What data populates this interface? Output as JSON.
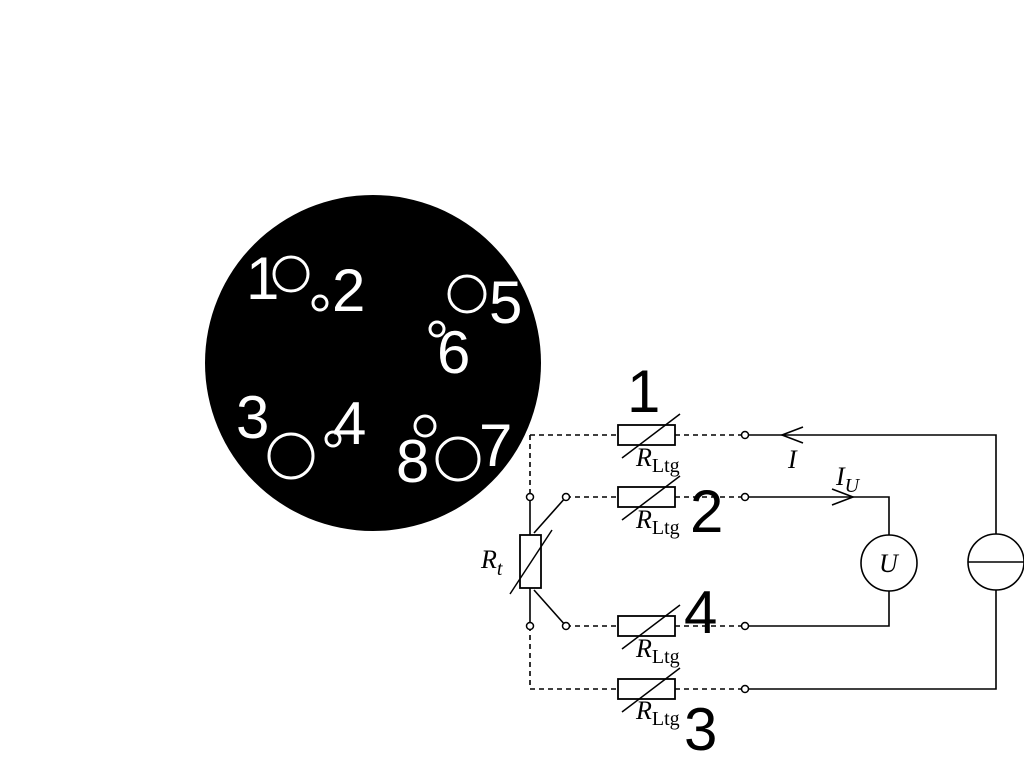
{
  "connector": {
    "pins": [
      "1",
      "2",
      "3",
      "4",
      "5",
      "6",
      "7",
      "8"
    ]
  },
  "circuit": {
    "conductor_numbers": [
      "1",
      "2",
      "4",
      "3"
    ],
    "line_resistor_label": {
      "main": "R",
      "sub": "Ltg"
    },
    "sensor_label": {
      "main": "R",
      "sub": "t"
    },
    "current_label": "I",
    "voltage_current_label": {
      "main": "I",
      "sub": "U"
    },
    "voltmeter_label": "U"
  },
  "colors": {
    "connector_face": "#000000",
    "connector_marks": "#ffffff",
    "lines": "#000000"
  }
}
